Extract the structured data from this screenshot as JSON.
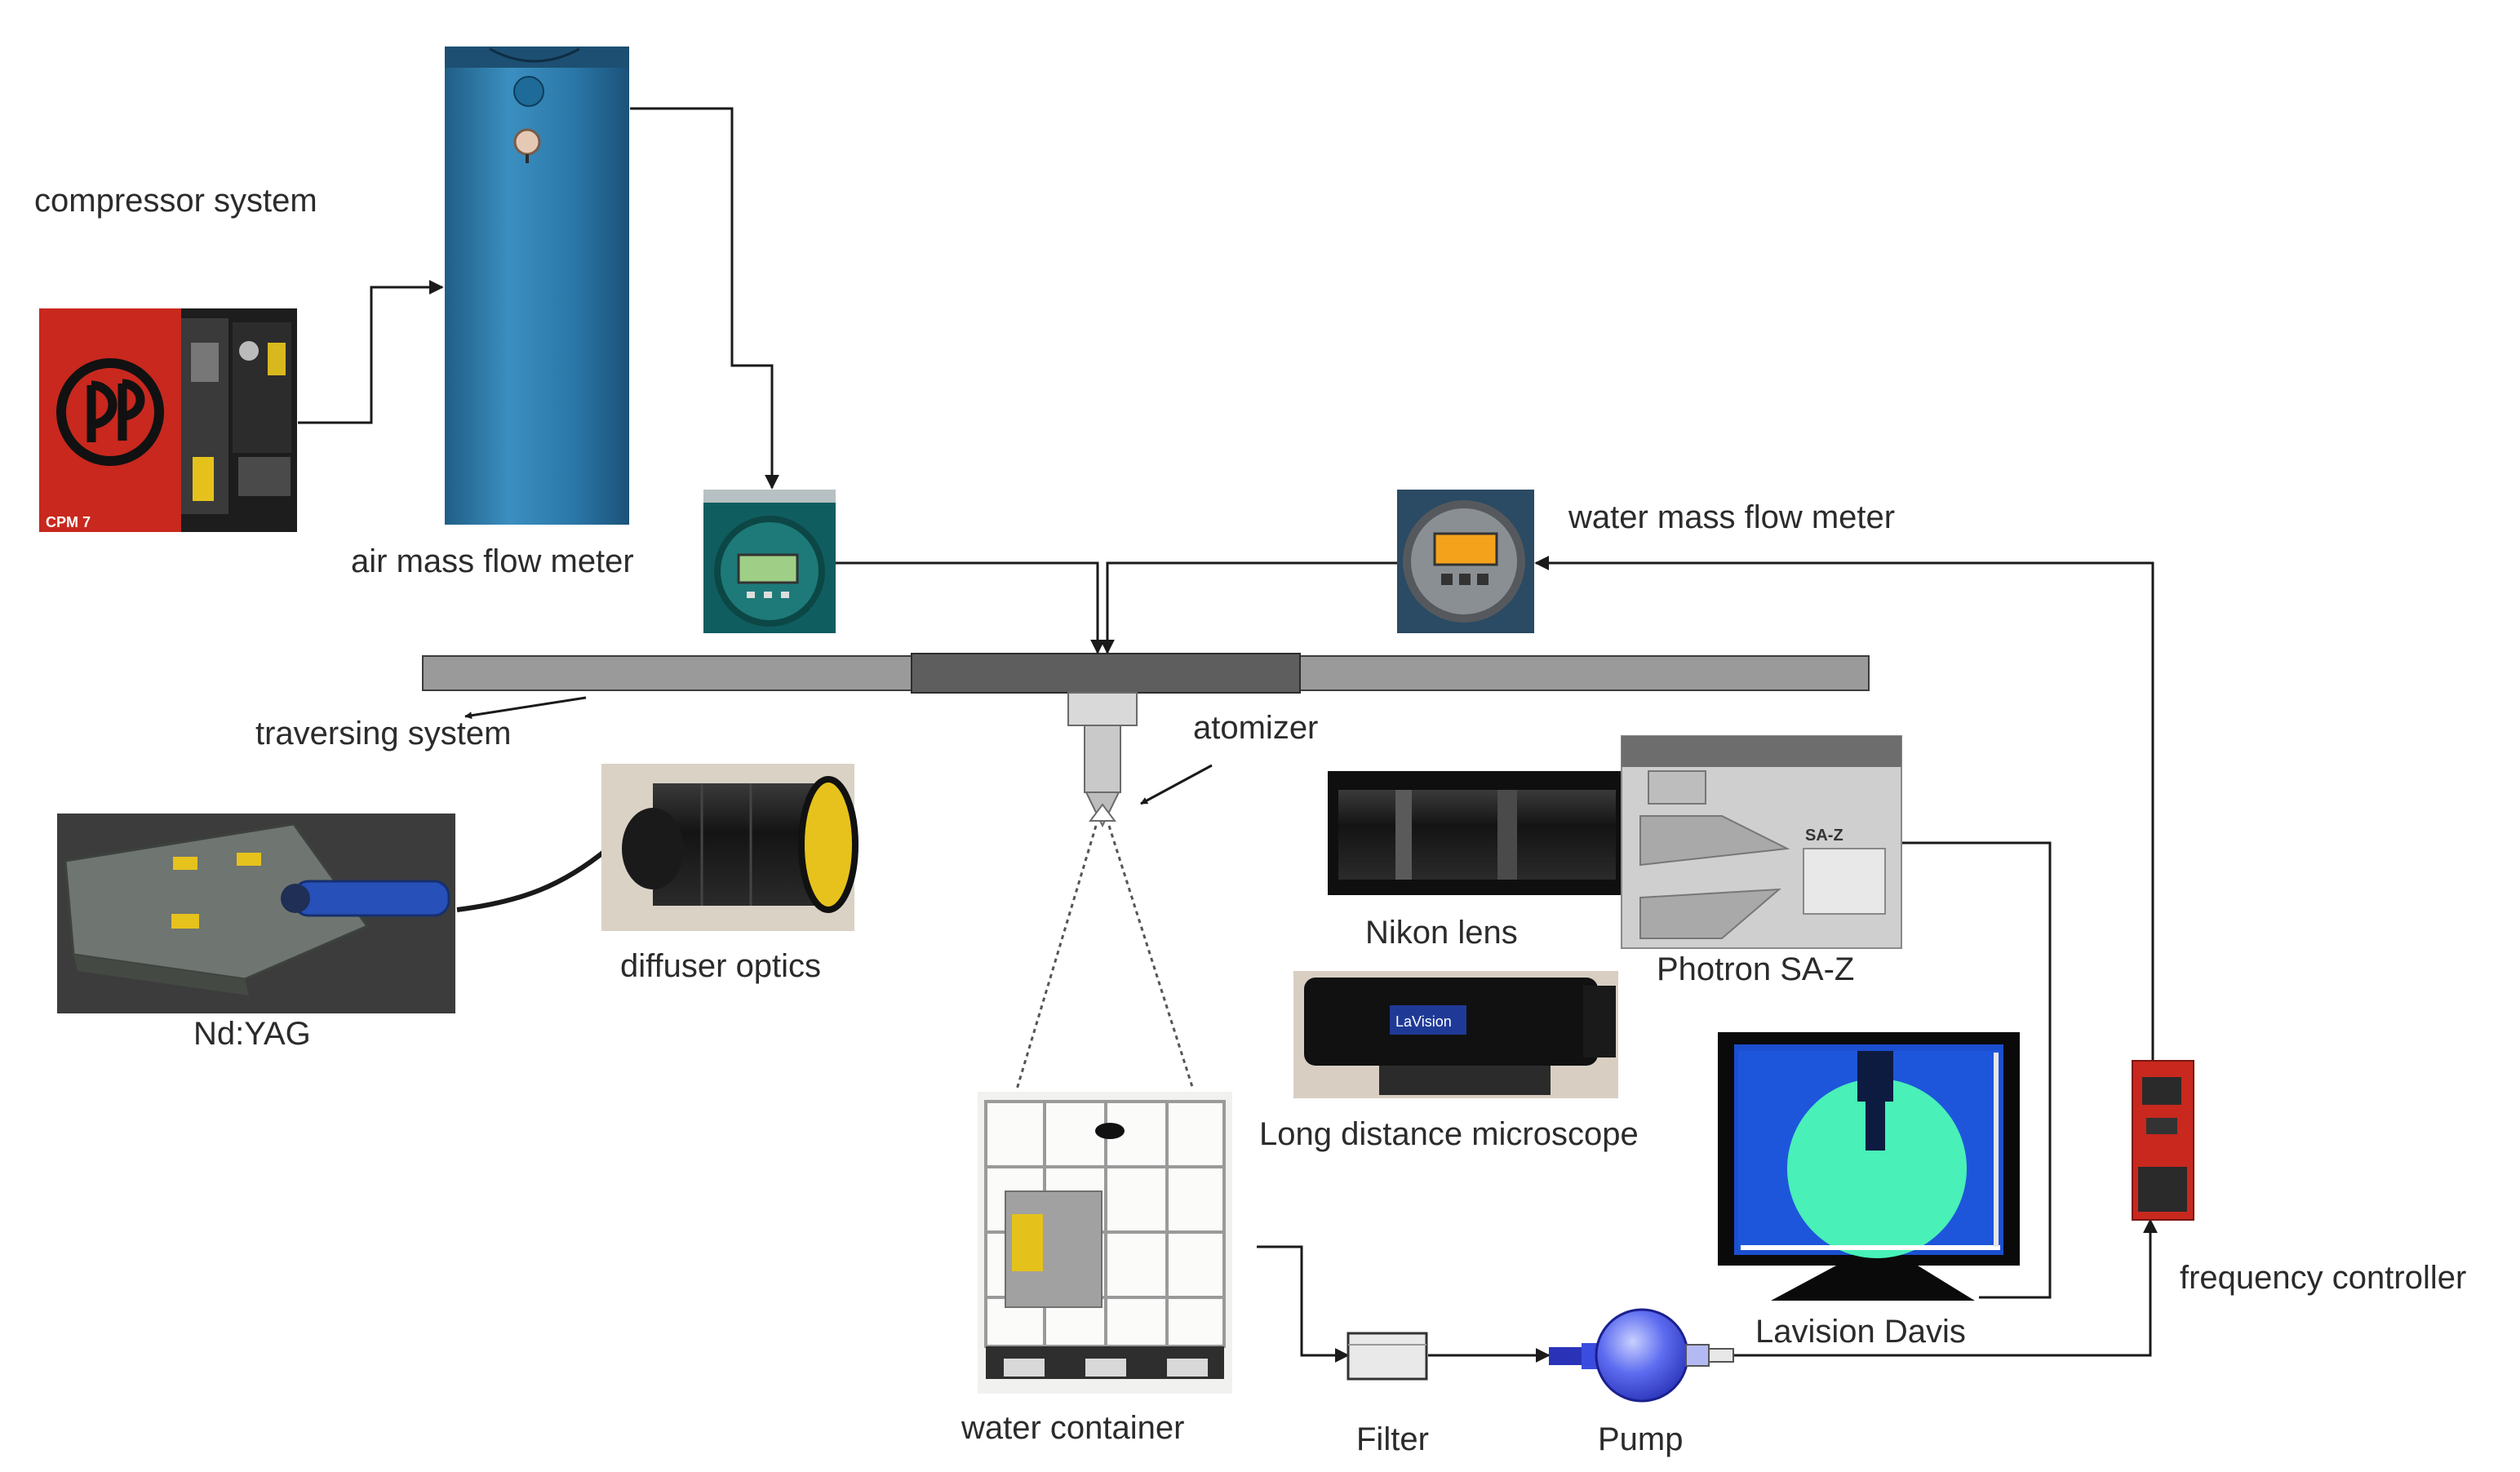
{
  "labels": {
    "compressor_system": "compressor system",
    "air_mass_flow_meter": "air mass flow meter",
    "water_mass_flow_meter": "water mass flow meter",
    "traversing_system": "traversing system",
    "atomizer": "atomizer",
    "diffuser_optics": "diffuser optics",
    "nd_yag": "Nd:YAG",
    "nikon_lens": "Nikon lens",
    "photron": "Photron SA-Z",
    "long_distance_microscope": "Long distance microscope",
    "lavision_davis": "Lavision Davis",
    "frequency_controller": "frequency controller",
    "water_container": "water container",
    "filter": "Filter",
    "pump": "Pump"
  },
  "device_text": {
    "compressor_model": "CPM 7",
    "microscope_brand": "LaVision",
    "camera_model": "SA-Z"
  },
  "colors": {
    "line": "#1a1a1a",
    "compressor_red": "#c8281e",
    "tank_blue": "#2f7fb0",
    "flowmeter_green": "#1d6b6a",
    "flowmeter_gray": "#8a8f94",
    "diffuser_yellow": "#e7c21c",
    "sheet_glow": "#49f0b7",
    "monitor_bg": "#1b4fcf",
    "pump_blue": "#3b4de0"
  }
}
